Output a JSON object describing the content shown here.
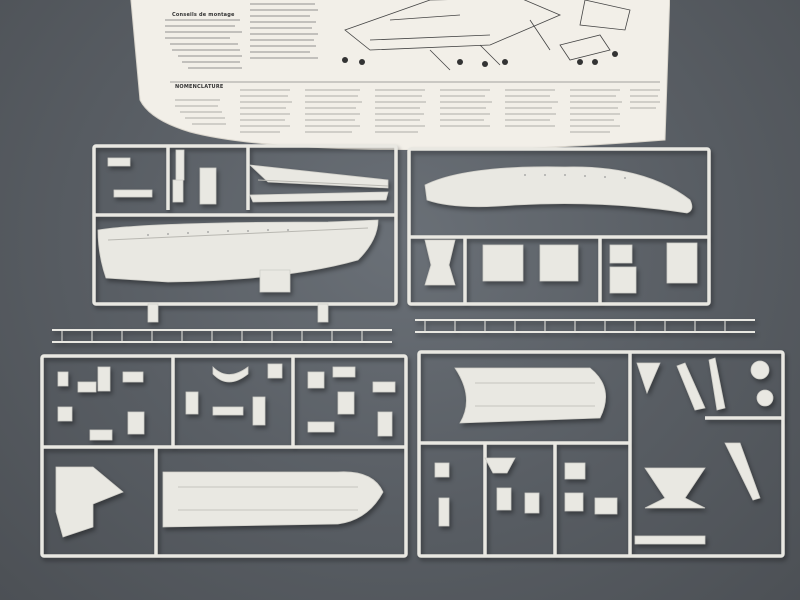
{
  "instruction_sheet": {
    "heading_top": "Conseils de montage",
    "heading_parts": "NOMENCLATURE"
  },
  "colors": {
    "background": "#5b6066",
    "plastic": "#e9e8e2",
    "plastic_shade": "#cfcec8",
    "paper": "#f2efe8",
    "ink": "#3a3a3a"
  },
  "sprues": [
    {
      "name": "upper-left-hull-sprue"
    },
    {
      "name": "upper-right-hull-sprue"
    },
    {
      "name": "lower-left-deck-sprue"
    },
    {
      "name": "lower-right-parts-sprue"
    }
  ]
}
